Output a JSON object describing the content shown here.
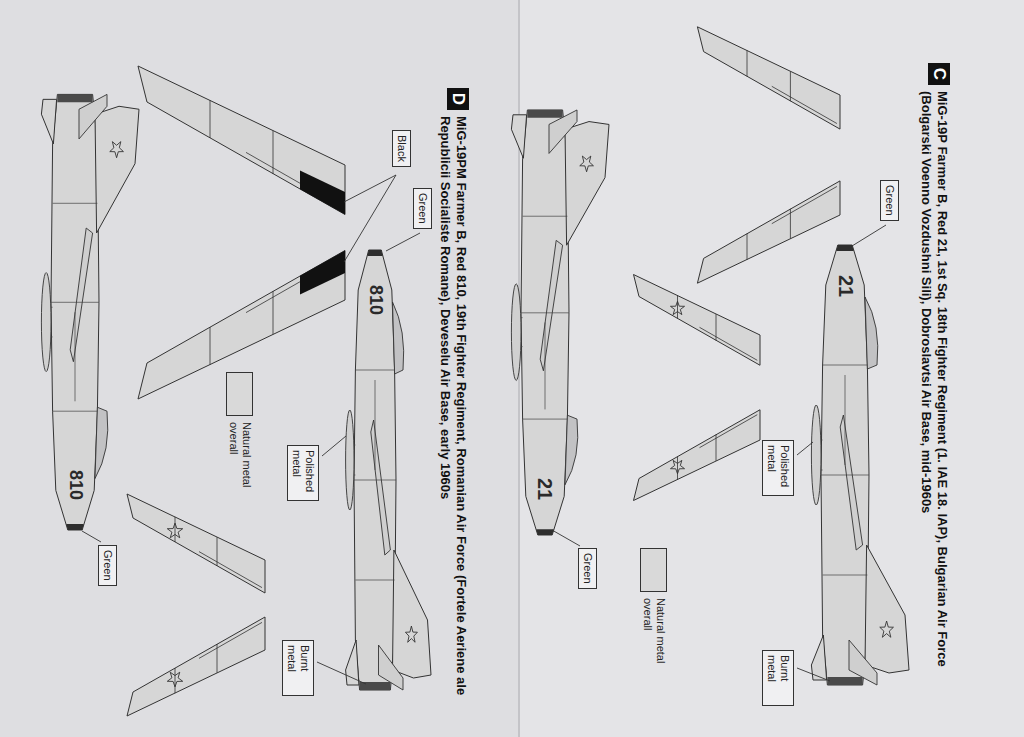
{
  "diagram": {
    "nodes": [
      {
        "text": [
          "C",
          "MiG-19P Farmer B, Red 21, 1st Sq. 18th Fighter Regiment (1. IAE 18. IAP), Bulgarian Air Force (Bolgarski Voenno Vozdushni Sili), Dobroslavtsi Air Base, mid-1960s"
        ]
      },
      {
        "text": [
          "Green"
        ]
      },
      {
        "text": [
          "Polished metal"
        ]
      },
      {
        "text": [
          "Burnt metal"
        ]
      },
      {
        "text": [
          "Green"
        ]
      },
      {
        "text": [
          "D",
          "MiG-19PM Farmer B, Red 810, 19th Fighter Regiment, Romanian Air Force (Fortele Aeriene ale Republicii Socialiste Romane), Deveselu Air Base, early 1960s"
        ]
      },
      {
        "text": [
          "Green"
        ]
      },
      {
        "text": [
          "Black"
        ]
      },
      {
        "text": [
          "Polished metal"
        ]
      },
      {
        "text": [
          "Burnt metal"
        ]
      },
      {
        "text": [
          "Green"
        ]
      }
    ],
    "labels": [
      "21",
      "21",
      "810",
      "810"
    ],
    "legend": [
      {
        "text": "Natural metal overall",
        "color": "#d9d9d9"
      },
      {
        "text": "Natural metal overall",
        "color": "#d9d9d9"
      }
    ]
  }
}
